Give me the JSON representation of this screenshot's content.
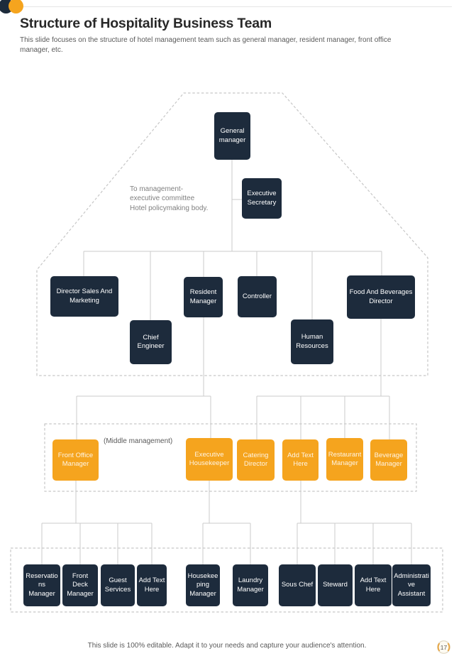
{
  "palette": {
    "navy": "#1d2b3c",
    "orange": "#f5a41e",
    "line": "#cbcbcb",
    "dash": "#c6c6c6",
    "title": "#282828",
    "muted": "#5a5a5a",
    "annotation": "#808080"
  },
  "header": {
    "title": "Structure of Hospitality Business Team",
    "subtitle": "This slide focuses on the structure of hotel management team such as general manager, resident manager, front office manager, etc."
  },
  "chart": {
    "annotation": "To management-\nexecutive committee\nHotel policymaking body.",
    "middle_management_label": "(Middle management)",
    "nodes": {
      "general_manager": "General manager",
      "executive_secretary": "Executive Secretary",
      "director_sales_marketing": "Director Sales And Marketing",
      "chief_engineer": "Chief Engineer",
      "resident_manager": "Resident Manager",
      "controller": "Controller",
      "human_resources": "Human Resources",
      "food_beverages_director": "Food And Beverages Director",
      "front_office_manager": "Front Office Manager",
      "executive_housekeeper": "Executive Housekeeper",
      "catering_director": "Catering Director",
      "add_text_mid": "Add Text Here",
      "restaurant_manager": "Restaurant Manager",
      "beverage_manager": "Beverage Manager",
      "reservations_manager": "Reservations Manager",
      "front_deck_manager": "Front Deck Manager",
      "guest_services": "Guest Services",
      "add_text_bottom_left": "Add Text Here",
      "housekeeping_manager": "Housekeeping Manager",
      "laundry_manager": "Laundry Manager",
      "sous_chef": "Sous Chef",
      "steward": "Steward",
      "add_text_bottom_right": "Add Text Here",
      "administrative_assistant": "Administrative Assistant"
    }
  },
  "footer": {
    "note": "This slide is 100% editable. Adapt it to your needs and capture your audience's attention.",
    "page_number": "17"
  }
}
